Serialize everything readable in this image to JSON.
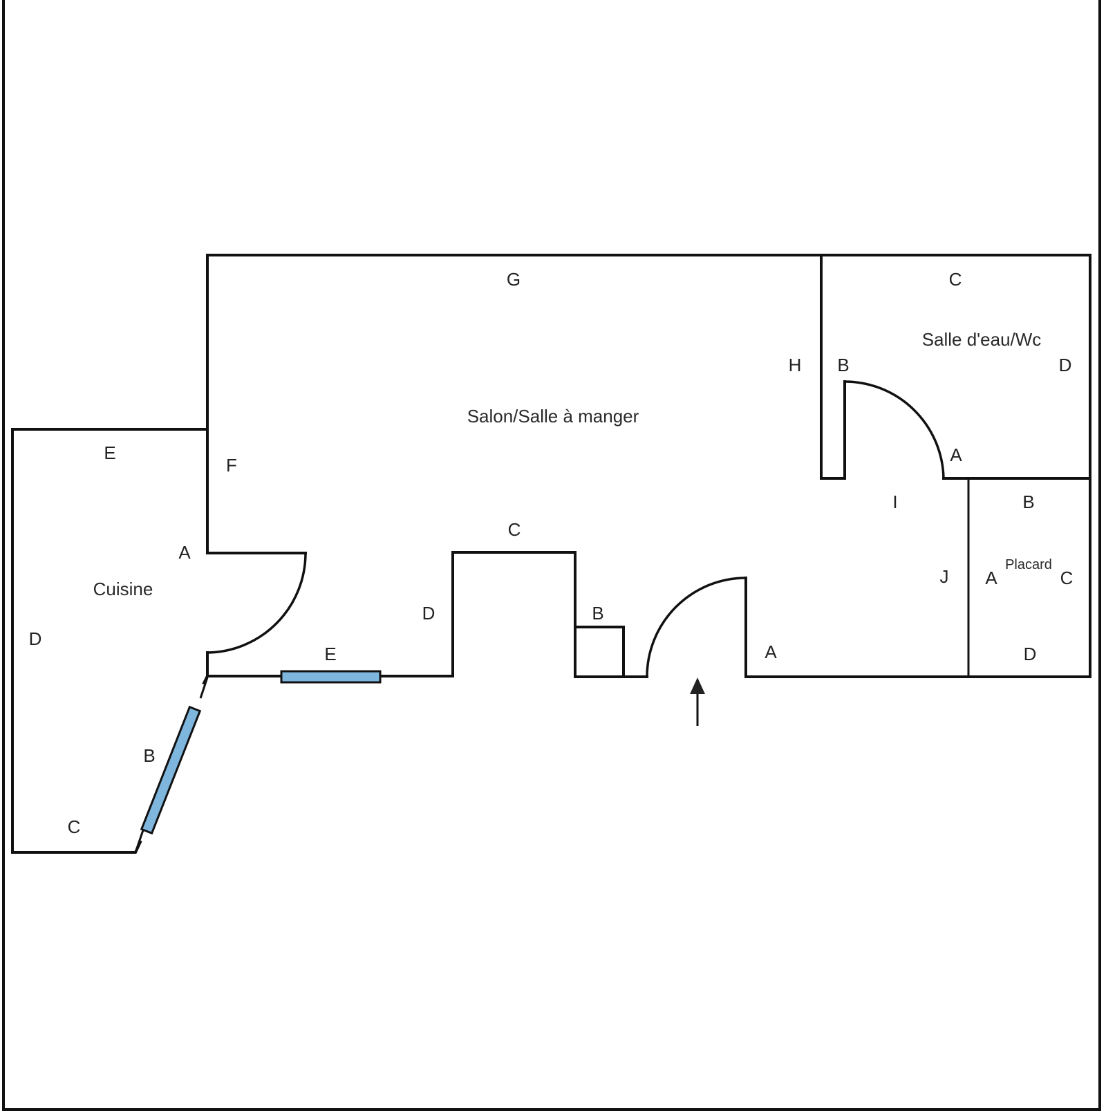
{
  "rooms": {
    "salon": "Salon/Salle à manger",
    "cuisine": "Cuisine",
    "salle_eau": "Salle d'eau/Wc",
    "placard": "Placard"
  },
  "wall_labels": {
    "salon": [
      "A",
      "B",
      "C",
      "D",
      "E",
      "F",
      "G",
      "H",
      "I",
      "J"
    ],
    "cuisine": [
      "A",
      "B",
      "C",
      "D",
      "E"
    ],
    "salle_eau": [
      "A",
      "B",
      "C",
      "D"
    ],
    "placard": [
      "A",
      "B",
      "C",
      "D"
    ]
  },
  "labels": {
    "salon_G": "G",
    "salon_F": "F",
    "salon_E": "E",
    "salon_D": "D",
    "salon_C": "C",
    "salon_B": "B",
    "salon_A": "A",
    "salon_H": "H",
    "salon_I": "I",
    "salon_J": "J",
    "cuisine_A": "A",
    "cuisine_B": "B",
    "cuisine_C": "C",
    "cuisine_D": "D",
    "cuisine_E": "E",
    "sde_A": "A",
    "sde_B": "B",
    "sde_C": "C",
    "sde_D": "D",
    "placard_A": "A",
    "placard_B": "B",
    "placard_C": "C",
    "placard_D": "D"
  },
  "colors": {
    "wall": "#111111",
    "window": "#7fb6de",
    "background": "#ffffff"
  },
  "icons": {
    "entrance": "entrance-arrow-icon"
  }
}
